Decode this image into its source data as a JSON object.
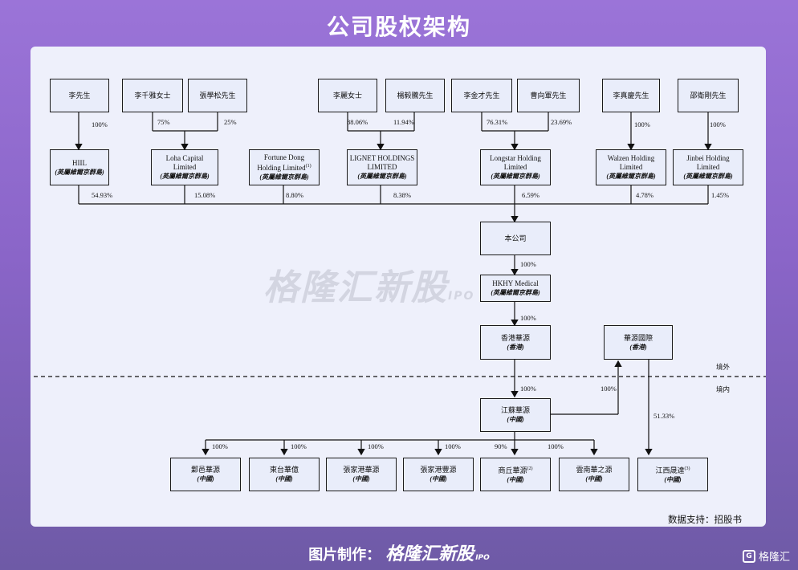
{
  "header": {
    "title": "公司股权架构"
  },
  "shareholders": {
    "s1": "李先生",
    "s2": "李千雅女士",
    "s3": "張學松先生",
    "s4": "李麗女士",
    "s5": "楊毅騰先生",
    "s6": "李金才先生",
    "s7": "曹向軍先生",
    "s8": "李真慶先生",
    "s9": "邵衛剛先生"
  },
  "holdcos": {
    "h1": {
      "name": "HIIL",
      "sub": "(英屬維爾京群島)"
    },
    "h2": {
      "name1": "Loha Capital",
      "name2": "Limited",
      "sub": "(英屬維爾京群島)"
    },
    "h3": {
      "name1": "Fortune Dong",
      "name2": "Holding Limited",
      "sup": "(1)",
      "sub": "(英屬維爾京群島)"
    },
    "h4": {
      "name1": "LIGNET HOLDINGS",
      "name2": "LIMITED",
      "sub": "(英屬維爾京群島)"
    },
    "h5": {
      "name1": "Longstar Holding",
      "name2": "Limited",
      "sub": "(英屬維爾京群島)"
    },
    "h6": {
      "name1": "Walzen Holding",
      "name2": "Limited",
      "sub": "(英屬維爾京群島)"
    },
    "h7": {
      "name1": "Jinbei Holding",
      "name2": "Limited",
      "sub": "(英屬維爾京群島)"
    }
  },
  "holdco_ownership": {
    "s1_h1": "100%",
    "s2_h2": "75%",
    "s3_h2": "25%",
    "s4_h4": "88.06%",
    "s5_h4": "11.94%",
    "s6_h5": "76.31%",
    "s7_h5": "23.69%",
    "s8_h6": "100%",
    "s9_h7": "100%"
  },
  "company_ownership": {
    "h1": "54.93%",
    "h2": "15.08%",
    "h3": "8.80%",
    "h4": "8.38%",
    "h5": "6.59%",
    "h6": "4.78%",
    "h7": "1.45%"
  },
  "main_chain": {
    "company": "本公司",
    "hkhy_name": "HKHY Medical",
    "hkhy_sub": "(英屬維爾京群島)",
    "hk_name": "香港華源",
    "hk_sub": "(香港)",
    "intl_name": "華源國際",
    "intl_sub": "(香港)",
    "js_name": "江蘇華源",
    "js_sub": "(中國)",
    "pct_company_hkhy": "100%",
    "pct_hkhy_hk": "100%",
    "pct_hk_js": "100%",
    "pct_js_intl": "100%",
    "pct_intl_jx": "51.33%"
  },
  "border_labels": {
    "offshore": "境外",
    "onshore": "境内"
  },
  "subsidiaries": [
    {
      "name": "鄴邑華源",
      "sub": "(中國)",
      "pct": "100%",
      "sup": ""
    },
    {
      "name": "東台華億",
      "sub": "(中國)",
      "pct": "100%",
      "sup": ""
    },
    {
      "name": "張家港華源",
      "sub": "(中國)",
      "pct": "100%",
      "sup": ""
    },
    {
      "name": "張家港豐源",
      "sub": "(中國)",
      "pct": "100%",
      "sup": ""
    },
    {
      "name": "商丘華源",
      "sub": "(中國)",
      "pct": "90%",
      "sup": "(2)"
    },
    {
      "name": "雲南華之源",
      "sub": "(中國)",
      "pct": "100%",
      "sup": ""
    },
    {
      "name": "江西晟達",
      "sub": "(中國)",
      "pct": "",
      "sup": "(3)"
    }
  ],
  "watermark": {
    "text": "格隆汇新股",
    "ipo": "IPO"
  },
  "source": "数据支持：招股书",
  "footer": {
    "prefix": "图片制作：",
    "brand": "格隆汇新股",
    "ipo": "IPO"
  },
  "corner_logo": {
    "mark": "G",
    "text": "格隆汇"
  }
}
